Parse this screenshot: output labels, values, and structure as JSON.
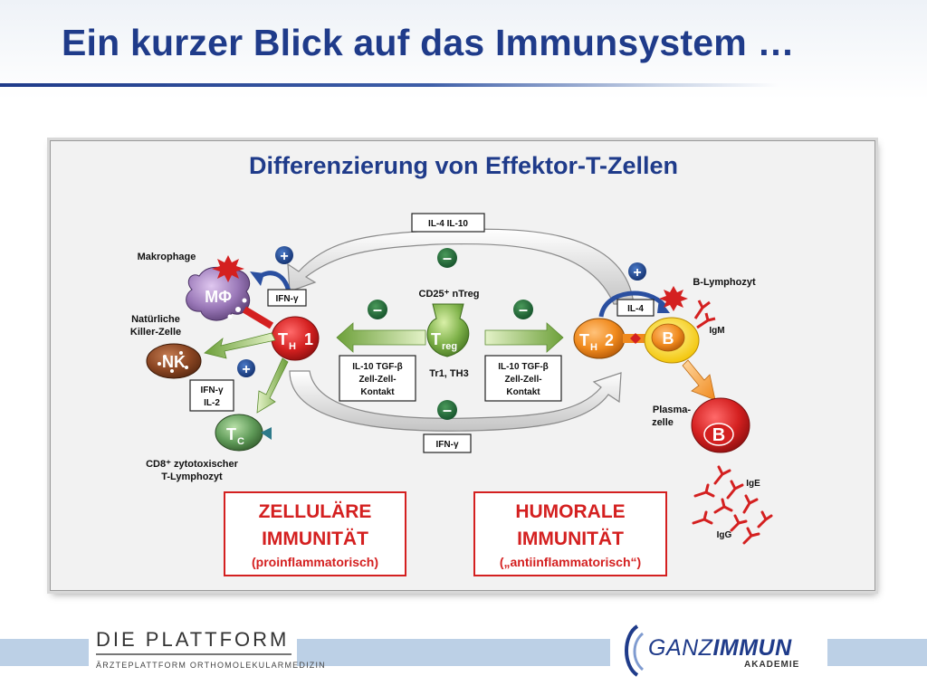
{
  "slide": {
    "title": "Ein kurzer Blick auf das Immunsystem …",
    "panel_title": "Differenzierung von Effektor-T-Zellen"
  },
  "diagram": {
    "top_box": "IL-4   IL-10",
    "bottom_box": "IFN-γ",
    "nTreg_label": "CD25⁺ nTreg",
    "treg_main": "T",
    "treg_sub": "reg",
    "treg_below": "Tr1, TH3",
    "left_box": [
      "IL-10 TGF-β",
      "Zell-Zell-",
      "Kontakt"
    ],
    "right_box": [
      "IL-10 TGF-β",
      "Zell-Zell-",
      "Kontakt"
    ],
    "makrophage_label": "Makrophage",
    "mphi_text": "MΦ",
    "ifn_top": "IFN-γ",
    "nk_label": [
      "Natürliche",
      "Killer-Zelle"
    ],
    "nk_text": "NK",
    "th1_main": "T",
    "th1_sub": "H",
    "th1_num": "1",
    "ifn_il2": [
      "IFN-γ",
      "IL-2"
    ],
    "tc_main": "T",
    "tc_sub": "C",
    "cd8_label": [
      "CD8⁺ zytotoxischer",
      "T-Lymphozyt"
    ],
    "th2_main": "T",
    "th2_sub": "H",
    "th2_num": "2",
    "b_text": "B",
    "il4": "IL-4",
    "b_lymph_label": "B-Lymphozyt",
    "igm": "IgM",
    "plasma_label": [
      "Plasma-",
      "zelle"
    ],
    "plasma_b": "B",
    "ige": "IgE",
    "igg": "IgG",
    "plus": "+",
    "minus": "–",
    "cellular_box": [
      "ZELLULÄRE",
      "IMMUNITÄT",
      "(proinflammatorisch)"
    ],
    "humoral_box": [
      "HUMORALE",
      "IMMUNITÄT",
      "(„antiinflammatorisch“)"
    ]
  },
  "footer": {
    "plattform_name": "DIE PLATTFORM",
    "plattform_sub": "ÄRZTEPLATTFORM ORTHOMOLEKULARMEDIZIN",
    "ganz_brand_a": "GANZ",
    "ganz_brand_b": "IMMUN",
    "ganz_sub": "AKADEMIE"
  },
  "colors": {
    "title_blue": "#1f3b8a",
    "red": "#d42020",
    "orange": "#f08a1e",
    "green": "#7fb24a",
    "gray_panel": "#f2f2f2",
    "footer_blue": "#bcd0e6"
  }
}
